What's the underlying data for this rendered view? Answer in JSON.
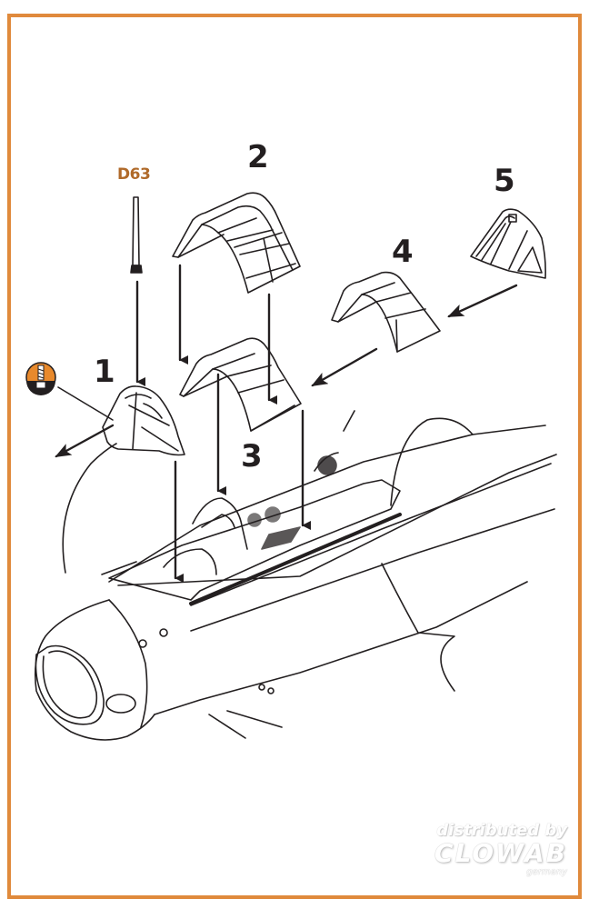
{
  "diagram": {
    "part_labels": [
      "1",
      "2",
      "3",
      "4",
      "5"
    ],
    "antenna_part_code": "D63",
    "drill_icon": "drill-hole-icon",
    "watermark": {
      "line1": "distributed by",
      "line2": "CLOWAB",
      "line3": "germany"
    },
    "colors": {
      "frame": "#e08a3c",
      "accent_label": "#b06a2a",
      "ink": "#231f20",
      "drill_icon_fill": "#e8892c"
    }
  }
}
